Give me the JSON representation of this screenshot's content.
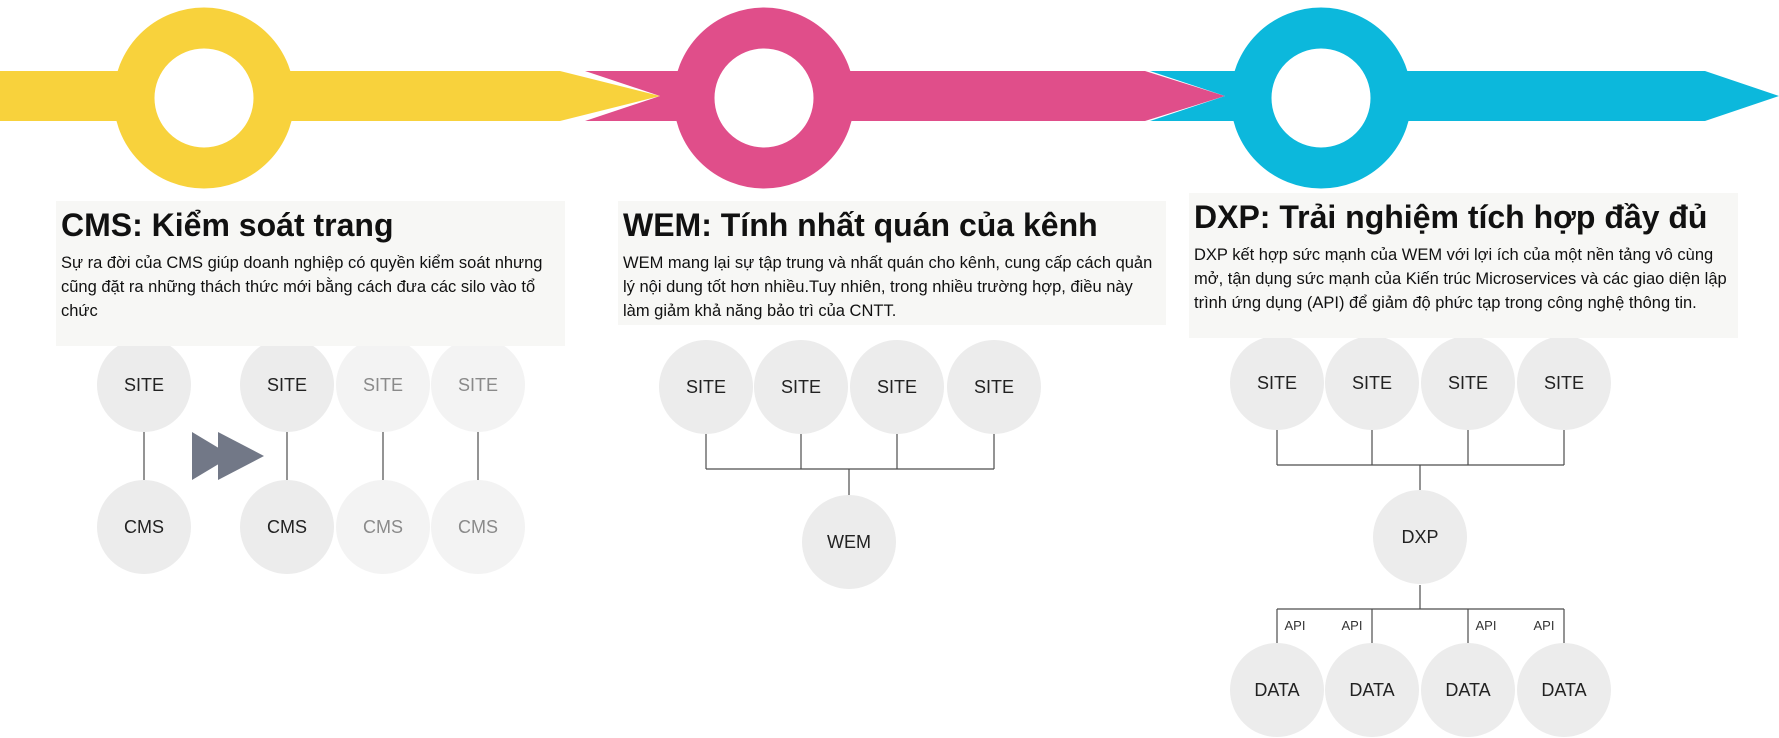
{
  "colors": {
    "cms_yellow": "#F8D23C",
    "wem_pink": "#E04E8A",
    "dxp_cyan": "#0CB8DC",
    "node_fill": "#ECECEC",
    "node_fill_faded": "#F3F3F3",
    "connector": "#4D4D4D",
    "arrow_icon": "#727887"
  },
  "cms": {
    "title": "CMS: Kiểm soát trang",
    "description": "Sự ra đời của CMS giúp doanh nghiệp có quyền kiểm soát nhưng cũng đặt ra những thách thức mới bằng cách đưa các silo vào tổ chức",
    "site_label": "SITE",
    "cms_label": "CMS"
  },
  "wem": {
    "title": "WEM: Tính nhất quán của kênh",
    "description": "WEM mang lại sự tập trung và nhất quán cho kênh, cung cấp cách quản lý nội dung tốt hơn nhiều.Tuy nhiên, trong nhiều trường hợp, điều này làm giảm khả năng bảo trì của CNTT.",
    "site_label": "SITE",
    "wem_label": "WEM"
  },
  "dxp": {
    "title": "DXP: Trải nghiệm tích hợp đầy đủ",
    "description": "DXP kết hợp sức mạnh của WEM với lợi ích của một nền tảng vô cùng mở, tận dụng sức mạnh của Kiến trúc Microservices và các giao diện lập trình ứng dụng (API) để giảm độ phức tạp trong công nghệ thông tin.",
    "site_label": "SITE",
    "dxp_label": "DXP",
    "api_label": "API",
    "data_label": "DATA"
  }
}
